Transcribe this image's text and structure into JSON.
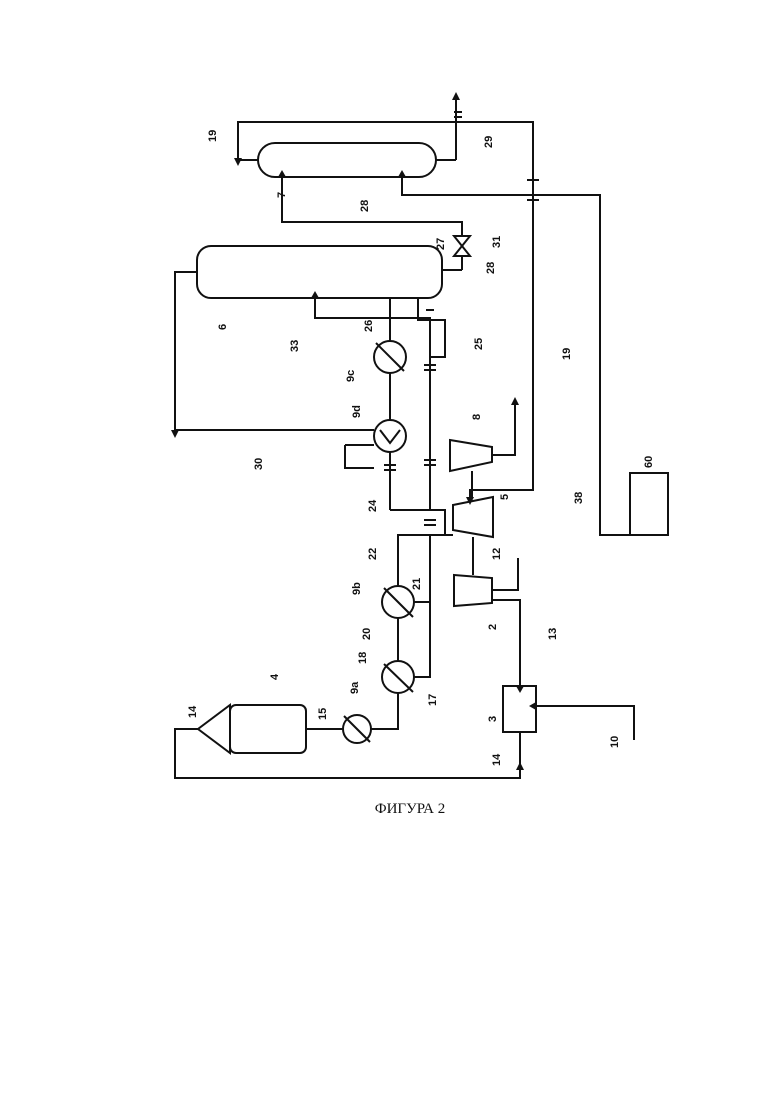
{
  "figure": {
    "caption": "ФИГУРА 2"
  },
  "labels": {
    "l19a": "19",
    "l7": "7",
    "l28a": "28",
    "l29": "29",
    "l31": "31",
    "l27": "27",
    "l28b": "28",
    "l6": "6",
    "l33": "33",
    "l26": "26",
    "l25": "25",
    "l19b": "19",
    "l9c": "9c",
    "l9d": "9d",
    "l30": "30",
    "l8": "8",
    "l24": "24",
    "l5": "5",
    "l22": "22",
    "l9b": "9b",
    "l21": "21",
    "l20": "20",
    "l18": "18",
    "l9a": "9a",
    "l17": "17",
    "l4": "4",
    "l14a": "14",
    "l15": "15",
    "l3": "3",
    "l14b": "14",
    "l13": "13",
    "l12": "12",
    "l2": "2",
    "l10": "10",
    "l38": "38",
    "l60": "60"
  }
}
